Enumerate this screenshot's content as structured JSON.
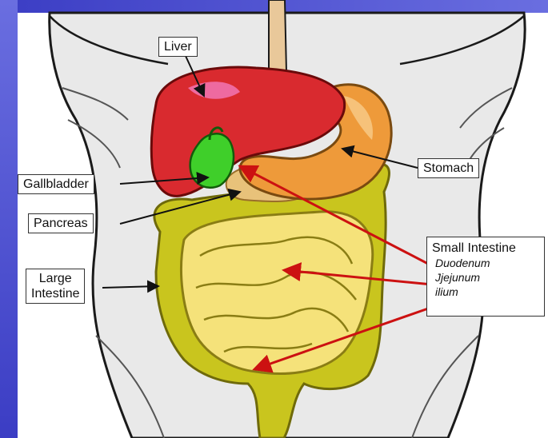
{
  "colors": {
    "background_frame": "#3b3dc4",
    "background_frame_light": "#6a6ee0",
    "body_fill": "#e9e9e9",
    "body_stroke": "#1a1a1a",
    "liver": "#d92a2f",
    "liver_highlight": "#ee6aa0",
    "gallbladder": "#3fcf2a",
    "stomach": "#ee9a3a",
    "stomach_light": "#f6c27a",
    "pancreas": "#e8c27a",
    "small_intestine": "#f5e27a",
    "large_intestine": "#c9c51e",
    "esophagus": "#e9c89a",
    "arrow_black": "#111111",
    "arrow_red": "#cc1111"
  },
  "labels": {
    "liver": "Liver",
    "stomach": "Stomach",
    "gallbladder": "Gallbladder",
    "pancreas": "Pancreas",
    "small_intestine": {
      "title": "Small Intestine",
      "parts": [
        "Duodenum",
        "Jjejunum",
        "ilium"
      ]
    },
    "large_intestine": [
      "Large",
      "Intestine"
    ]
  }
}
